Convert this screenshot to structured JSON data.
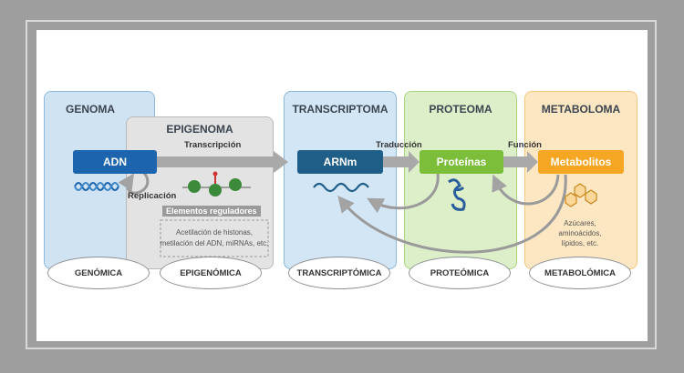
{
  "columns": {
    "genoma": "GENOMA",
    "epigenoma": "EPIGENOMA",
    "transcriptoma": "TRANSCRIPTOMA",
    "proteoma": "PROTEOMA",
    "metaboloma": "METABOLOMA"
  },
  "boxes": {
    "adn": "ADN",
    "arnm": "ARNm",
    "proteinas": "Proteínas",
    "metabolitos": "Metabolitos"
  },
  "arrows": {
    "transcripcion": "Transcripción",
    "replicacion": "Replicación",
    "traduccion": "Traducción",
    "funcion": "Función"
  },
  "epigenoma_detail": {
    "elementos": "Elementos reguladores",
    "line1": "Acetilación de histonas,",
    "line2": "metilación del ADN, miRNAs, etc."
  },
  "metabolitos_detail": {
    "line1": "Azúcares,",
    "line2": "aminoácidos,",
    "line3": "lípidos, etc."
  },
  "ovals": {
    "genomica": "GENÓMICA",
    "epigenomica": "EPIGENÓMICA",
    "transcriptomica": "TRANSCRIPTÓMICA",
    "proteomica": "PROTEÓMICA",
    "metabolomica": "METABOLÓMICA"
  },
  "colors": {
    "genoma": "#cfe3f3",
    "epigenoma": "#e3e3e3",
    "transcriptoma": "#d3e6f5",
    "proteoma": "#dcefc8",
    "metaboloma": "#fde7c2",
    "adn": "#1c64ad",
    "arnm": "#1f5f87",
    "proteinas": "#7cbd3a",
    "metabolitos": "#f5a623"
  }
}
